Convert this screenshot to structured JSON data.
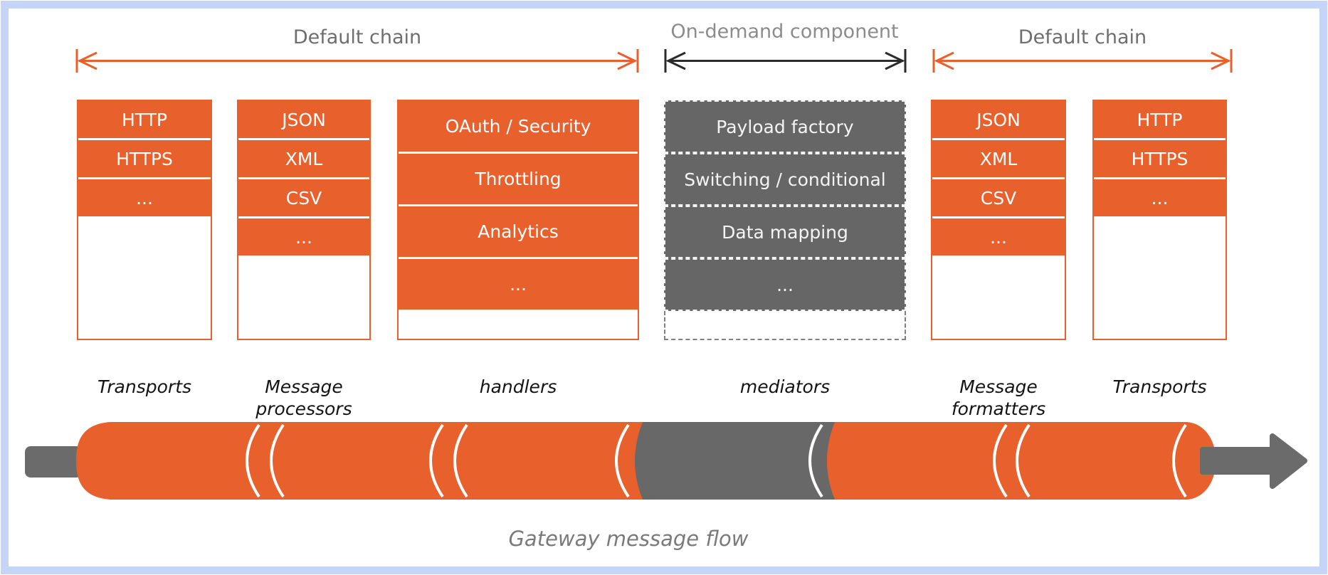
{
  "frame": {
    "color": "#c5d5f8"
  },
  "chain_labels": {
    "left": {
      "label": "Default chain"
    },
    "middle": {
      "label": "On-demand component"
    },
    "right": {
      "label": "Default chain"
    }
  },
  "columns": [
    {
      "label": "Transports",
      "style": "solid-orange",
      "rows": [
        "HTTP",
        "HTTPS",
        "..."
      ]
    },
    {
      "label": "Message processors",
      "style": "solid-orange",
      "rows": [
        "JSON",
        "XML",
        "CSV",
        "..."
      ]
    },
    {
      "label": "handlers",
      "style": "solid-orange",
      "rows": [
        "OAuth / Security",
        "Throttling",
        "Analytics",
        "..."
      ]
    },
    {
      "label": "mediators",
      "style": "dashed-gray",
      "rows": [
        "Payload factory",
        "Switching / conditional",
        "Data mapping",
        "..."
      ]
    },
    {
      "label": "Message formatters",
      "style": "solid-orange",
      "rows": [
        "JSON",
        "XML",
        "CSV",
        "..."
      ]
    },
    {
      "label": "Transports",
      "style": "solid-orange",
      "rows": [
        "HTTP",
        "HTTPS",
        "..."
      ]
    }
  ],
  "pipe": {
    "label": "Gateway message flow"
  },
  "colors": {
    "orange": "#e8602c",
    "component_gray": "#666666",
    "pipe_gray": "#686868",
    "arrow_gray": "#6b6b6b",
    "chain_label_gray": "#6e6e6e",
    "on_demand_label_gray": "#8c8c8c",
    "frame_blue": "#c5d5f8"
  }
}
